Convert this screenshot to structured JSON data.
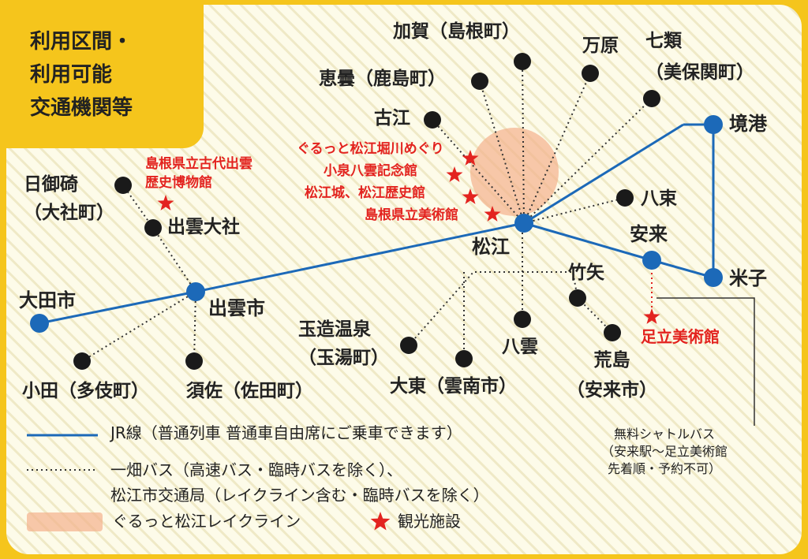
{
  "title": "利用区間・\n利用可能\n交通機関等",
  "colors": {
    "jr_line": "#1c69b8",
    "station_jr": "#1c69b8",
    "bus_stop": "#1a1a1a",
    "tourist": "#e3231f",
    "loop_area": "#f4b08c",
    "frame": "#f5c51c",
    "background": "#fdfbe9"
  },
  "jr_stations": [
    {
      "id": "oda",
      "name": "大田市"
    },
    {
      "id": "izumo",
      "name": "出雲市"
    },
    {
      "id": "matsue",
      "name": "松江"
    },
    {
      "id": "yasugi",
      "name": "安来"
    },
    {
      "id": "yonago",
      "name": "米子"
    },
    {
      "id": "sakaiminato",
      "name": "境港"
    }
  ],
  "bus_stops": [
    {
      "id": "hinomisaki",
      "name": "日御碕\n（大社町）"
    },
    {
      "id": "izumotaisha",
      "name": "出雲大社"
    },
    {
      "id": "odachi",
      "name": "小田（多伎町）"
    },
    {
      "id": "suksa",
      "name": "須佐（佐田町）"
    },
    {
      "id": "kaka",
      "name": "加賀（島根町）"
    },
    {
      "id": "eshito",
      "name": "恵曇（鹿島町）"
    },
    {
      "id": "furue",
      "name": "古江"
    },
    {
      "id": "manbara",
      "name": "万原"
    },
    {
      "id": "shichirui",
      "name": "七類\n（美保関町）"
    },
    {
      "id": "yatsuka",
      "name": "八束"
    },
    {
      "id": "tamatsukuri",
      "name": "玉造温泉\n（玉湯町）"
    },
    {
      "id": "daito",
      "name": "大東（雲南市）"
    },
    {
      "id": "yakumo",
      "name": "八雲"
    },
    {
      "id": "takeya",
      "name": "竹矢"
    },
    {
      "id": "arashima",
      "name": "荒島\n（安来市）"
    }
  ],
  "tourist_sites": [
    {
      "id": "kodai",
      "name": "島根県立古代出雲\n歴史博物館"
    },
    {
      "id": "horikawa",
      "name": "ぐるっと松江堀川めぐり"
    },
    {
      "id": "koizumi",
      "name": "小泉八雲記念館"
    },
    {
      "id": "matsuejo",
      "name": "松江城、松江歴史館"
    },
    {
      "id": "bijutsukan",
      "name": "島根県立美術館"
    },
    {
      "id": "adachi",
      "name": "足立美術館"
    }
  ],
  "shuttle_note": "無料シャトルバス\n（安来駅～足立美術館\n先着順・予約不可）",
  "legend": {
    "jr": "JR線（普通列車 普通車自由席にご乗車できます）",
    "bus": "一畑バス（高速バス・臨時バスを除く）、\n松江市交通局（レイクライン含む・臨時バスを除く）",
    "lakeline": "ぐるっと松江レイクライン",
    "tourist": "観光施設"
  }
}
